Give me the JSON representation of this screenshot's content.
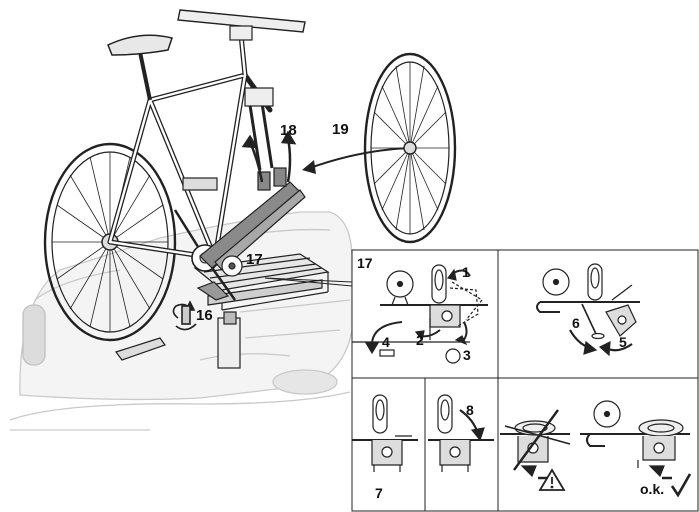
{
  "main_labels": {
    "l16": "16",
    "l17": "17",
    "l18": "18",
    "l19": "19"
  },
  "panel_tl": {
    "label": "17",
    "steps": [
      "1",
      "2",
      "3",
      "4"
    ]
  },
  "panel_tr": {
    "steps": [
      "6",
      "5"
    ]
  },
  "panel_b1": {
    "label": "7"
  },
  "panel_b2": {
    "step": "8"
  },
  "panel_ok": {
    "text": "o.k."
  }
}
